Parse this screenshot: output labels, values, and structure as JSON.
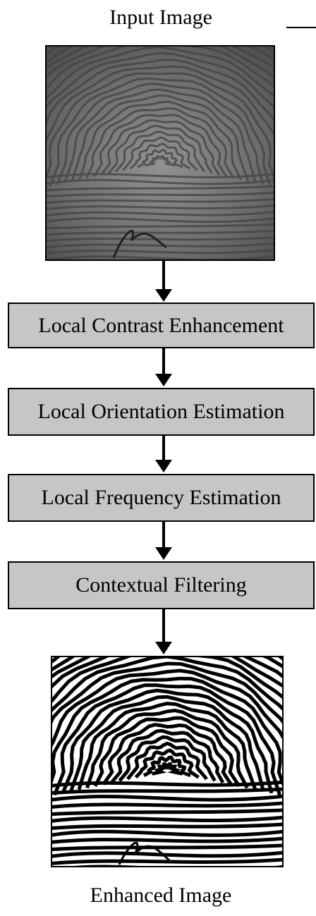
{
  "labels": {
    "input_image": "Input Image",
    "enhanced_image": "Enhanced Image"
  },
  "stages": [
    "Local Contrast Enhancement",
    "Local Orientation Estimation",
    "Local Frequency Estimation",
    "Contextual Filtering"
  ],
  "colors": {
    "stage_fill": "#c6c6c6",
    "border": "#000000"
  }
}
